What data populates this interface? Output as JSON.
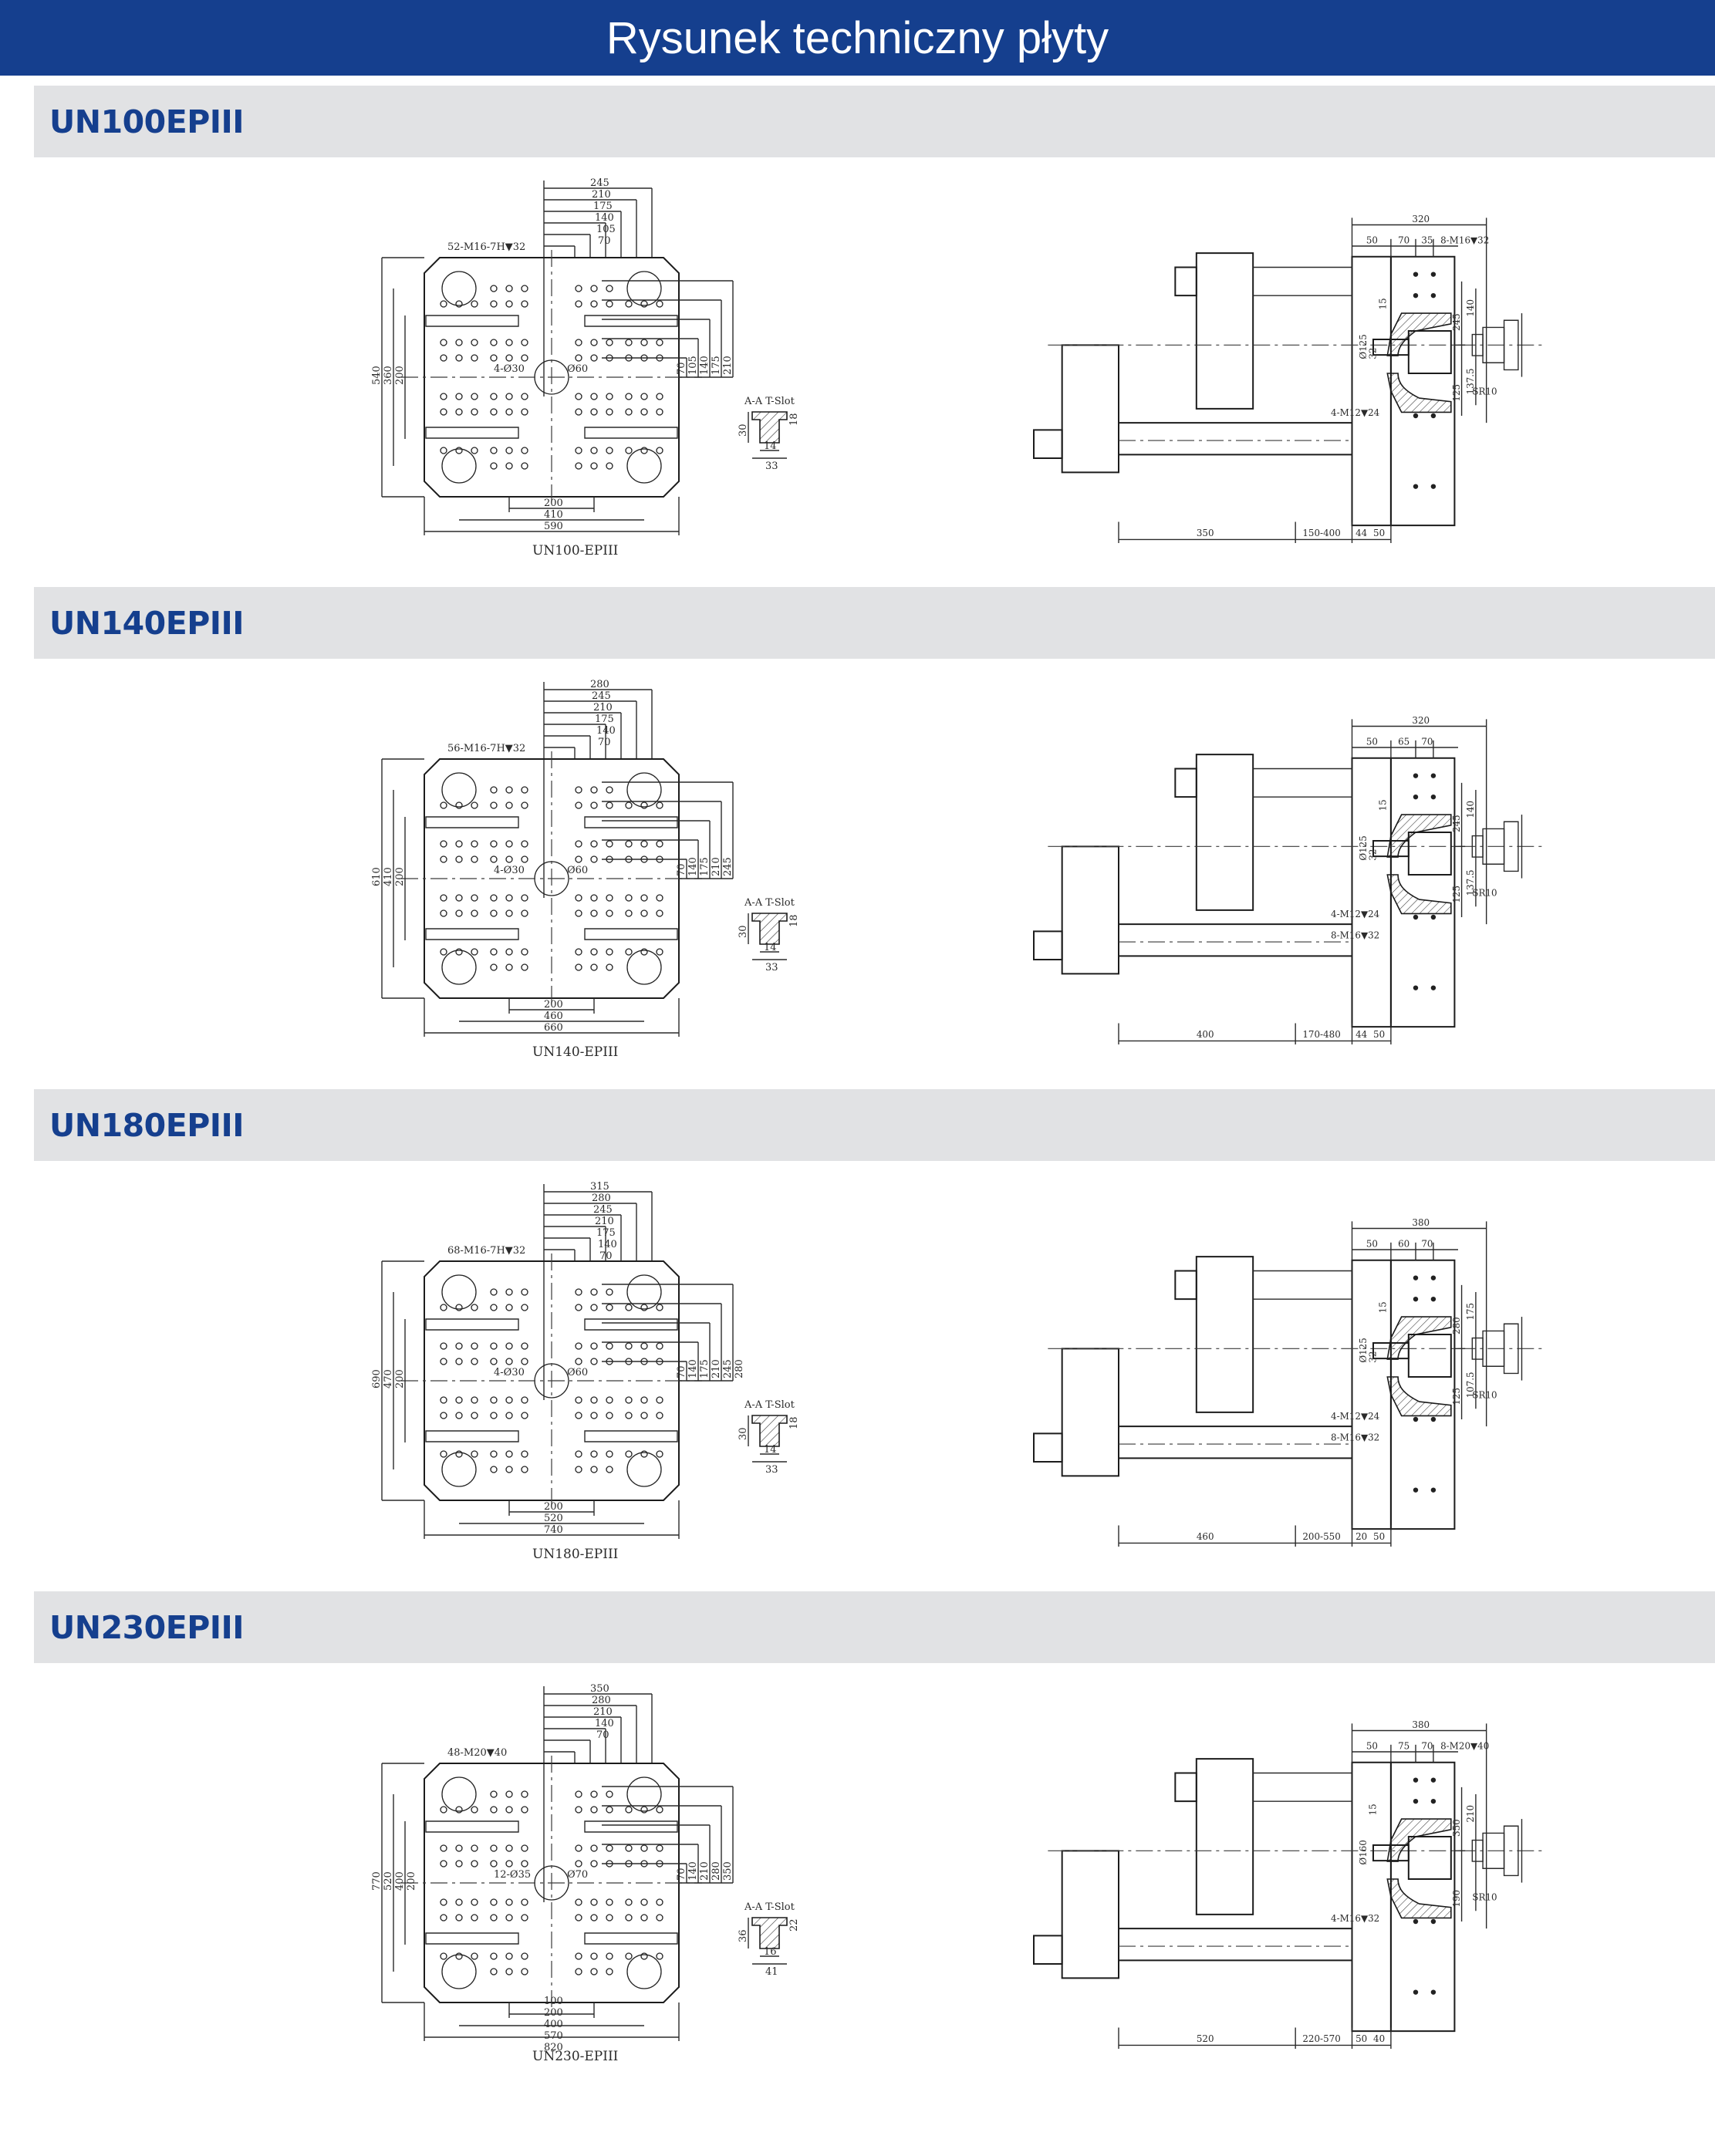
{
  "page_title": "Rysunek techniczny płyty",
  "colors": {
    "banner": "#153f8e",
    "section_bar": "#e1e2e4",
    "model_text": "#153f8e",
    "line": "#2a2a2a"
  },
  "sections": [
    {
      "model": "UN100EPIII",
      "caption": "UN100-EPIII",
      "front": {
        "top_dims": [
          "245",
          "210",
          "175",
          "140",
          "105",
          "70"
        ],
        "bottom_dims": [
          "200",
          "410",
          "590"
        ],
        "left_dims": [
          "540",
          "360",
          "200"
        ],
        "right_dims": [
          "70",
          "105",
          "140",
          "175",
          "210"
        ],
        "notes": [
          "52-M16-7H▼32",
          "4-Ø30",
          "Ø60"
        ],
        "tslot": {
          "label": "A-A T-Slot",
          "dims": [
            "30",
            "18",
            "14",
            "33"
          ]
        }
      },
      "side": {
        "top_dims": [
          "320",
          "50",
          "70",
          "35"
        ],
        "thread": "8-M16▼32",
        "vert_dims": [
          "245",
          "140",
          "125",
          "137.5"
        ],
        "left_dims": [
          "Ø125",
          "32",
          "15"
        ],
        "notes": [
          "4-M12▼24",
          "SR10"
        ],
        "bottom_dims": [
          "350",
          "150-400",
          "44",
          "50"
        ]
      }
    },
    {
      "model": "UN140EPIII",
      "caption": "UN140-EPIII",
      "front": {
        "top_dims": [
          "280",
          "245",
          "210",
          "175",
          "140",
          "70"
        ],
        "bottom_dims": [
          "200",
          "460",
          "660"
        ],
        "left_dims": [
          "610",
          "410",
          "200"
        ],
        "right_dims": [
          "70",
          "140",
          "175",
          "210",
          "245"
        ],
        "notes": [
          "56-M16-7H▼32",
          "4-Ø30",
          "Ø60"
        ],
        "tslot": {
          "label": "A-A T-Slot",
          "dims": [
            "30",
            "18",
            "14",
            "33"
          ]
        }
      },
      "side": {
        "top_dims": [
          "320",
          "50",
          "65",
          "70"
        ],
        "thread": "",
        "vert_dims": [
          "245",
          "140",
          "125",
          "137.5"
        ],
        "left_dims": [
          "Ø125",
          "32",
          "15"
        ],
        "notes": [
          "4-M12▼24",
          "8-M16▼32",
          "SR10"
        ],
        "bottom_dims": [
          "400",
          "170-480",
          "44",
          "50"
        ]
      }
    },
    {
      "model": "UN180EPIII",
      "caption": "UN180-EPIII",
      "front": {
        "top_dims": [
          "315",
          "280",
          "245",
          "210",
          "175",
          "140",
          "70"
        ],
        "bottom_dims": [
          "200",
          "520",
          "740"
        ],
        "left_dims": [
          "690",
          "470",
          "200"
        ],
        "right_dims": [
          "70",
          "140",
          "175",
          "210",
          "245",
          "280"
        ],
        "notes": [
          "68-M16-7H▼32",
          "4-Ø30",
          "Ø60"
        ],
        "tslot": {
          "label": "A-A T-Slot",
          "dims": [
            "30",
            "18",
            "14",
            "33"
          ]
        }
      },
      "side": {
        "top_dims": [
          "380",
          "50",
          "60",
          "70"
        ],
        "thread": "",
        "vert_dims": [
          "280",
          "175",
          "125",
          "107.5"
        ],
        "left_dims": [
          "Ø125",
          "32",
          "15"
        ],
        "notes": [
          "4-M12▼24",
          "8-M16▼32",
          "SR10"
        ],
        "bottom_dims": [
          "460",
          "200-550",
          "20",
          "50"
        ]
      }
    },
    {
      "model": "UN230EPIII",
      "caption": "UN230-EPIII",
      "front": {
        "top_dims": [
          "350",
          "280",
          "210",
          "140",
          "70"
        ],
        "bottom_dims": [
          "100",
          "200",
          "400",
          "570",
          "820"
        ],
        "left_dims": [
          "770",
          "520",
          "400",
          "200"
        ],
        "right_dims": [
          "70",
          "140",
          "210",
          "280",
          "350"
        ],
        "notes": [
          "48-M20▼40",
          "12-Ø35",
          "Ø70"
        ],
        "tslot": {
          "label": "A-A T-Slot",
          "dims": [
            "36",
            "22",
            "16",
            "41"
          ]
        }
      },
      "side": {
        "top_dims": [
          "380",
          "50",
          "75",
          "70"
        ],
        "thread": "8-M20▼40",
        "vert_dims": [
          "350",
          "210",
          "190"
        ],
        "left_dims": [
          "Ø160",
          "15"
        ],
        "notes": [
          "4-M16▼32",
          "SR10"
        ],
        "bottom_dims": [
          "520",
          "220-570",
          "50",
          "40"
        ]
      }
    }
  ]
}
